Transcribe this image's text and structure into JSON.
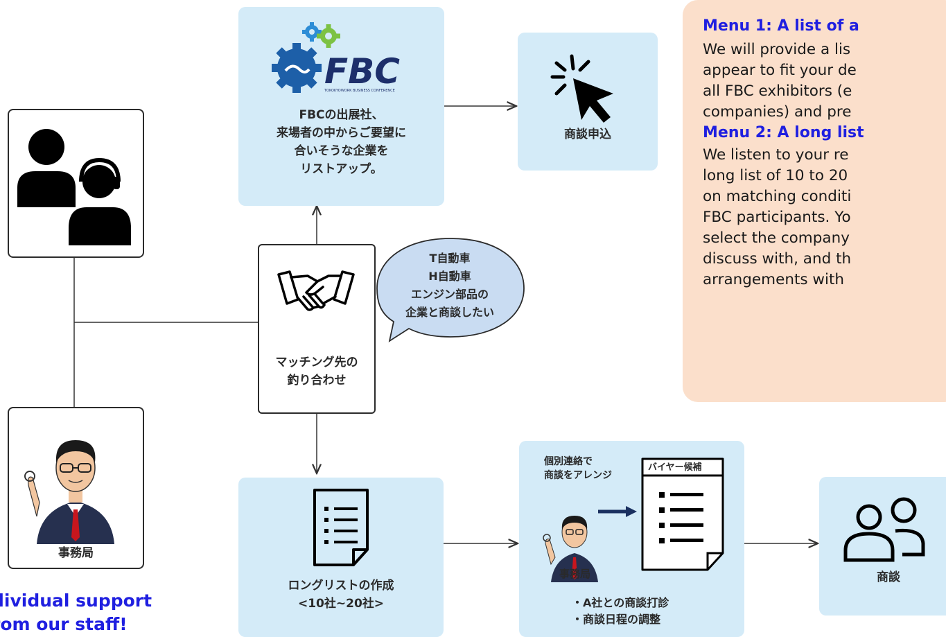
{
  "menu": {
    "menu1_title": "Menu 1: A list of a",
    "menu1_lines": [
      "We will provide a lis",
      "appear to fit your de",
      "all FBC exhibitors (e",
      "companies) and pre"
    ],
    "menu2_title": "Menu 2: A long list",
    "menu2_lines": [
      "We listen to your re",
      "long list of 10 to 20",
      "on matching conditi",
      "FBC participants. Yo",
      "select the company",
      "discuss with, and th",
      "arrangements with"
    ]
  },
  "fbc": {
    "logo_text": "FBC",
    "logo_subtext": "TOKOKYOWORK BUSINESS CONFERENCE",
    "caption": "FBCの出展社、\n来場者の中からご要望に\n合いそうな企業を\nリストアップ。"
  },
  "negotiation_request": {
    "caption": "商談申込"
  },
  "matching": {
    "caption": "マッチング先の\n釣り合わせ"
  },
  "bubble": {
    "text": "T自動車\nH自動車\nエンジン部品の\n企業と商談したい"
  },
  "staff": {
    "caption": "事務局"
  },
  "support_note": "dividual support\nrom our staff!",
  "long_list": {
    "caption": "ロングリストの作成\n<10社~20社>"
  },
  "arrange": {
    "top_label": "個別連絡で\n商談をアレンジ",
    "doc_label": "バイヤー候補",
    "staff_label": "事務局",
    "bullets": "・A社との商談打診\n・商談日程の調整"
  },
  "meeting": {
    "caption": "商談"
  },
  "colors": {
    "menu_heading": "#1f1fe0",
    "panel_bg": "#fbdfcb",
    "box_bg": "#d4ebf8",
    "bubble_bg": "#c9dcf2"
  }
}
